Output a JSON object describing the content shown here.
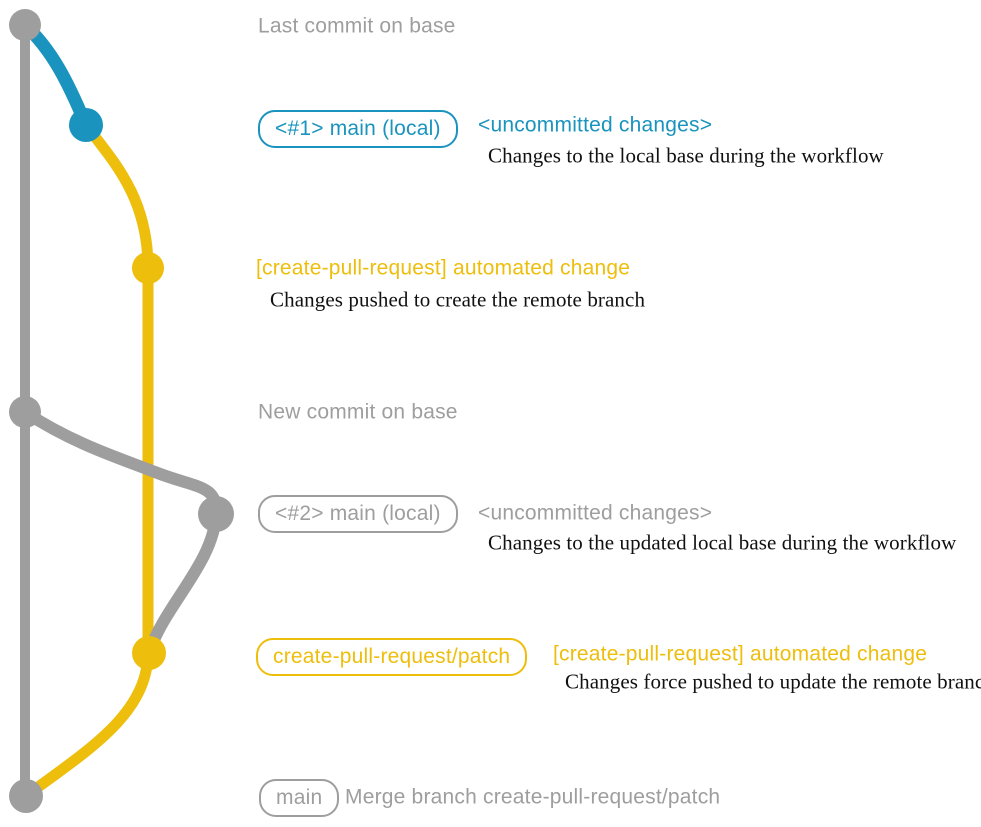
{
  "colors": {
    "gray": "#9e9e9e",
    "blue": "#1a94be",
    "yellow": "#eebe0d",
    "ink": "#111111",
    "background": "#ffffff"
  },
  "annotations": {
    "last_commit_on_base": "Last commit on base",
    "row_local_1": {
      "badge": "<#1> main (local)",
      "status": "<uncommitted changes>",
      "description": "Changes to the local base during the workflow"
    },
    "row_patch_1": {
      "message": "[create-pull-request] automated change",
      "description": "Changes pushed to create the remote branch"
    },
    "new_commit_on_base": "New commit on base",
    "row_local_2": {
      "badge": "<#2> main (local)",
      "status": "<uncommitted changes>",
      "description": "Changes to the updated local base during the workflow"
    },
    "row_patch_2": {
      "badge": "create-pull-request/patch",
      "message": "[create-pull-request] automated change",
      "description": "Changes force pushed to update the remote branch"
    },
    "row_merge": {
      "badge": "main",
      "message": "Merge branch create-pull-request/patch"
    }
  },
  "graph": {
    "branches": [
      {
        "name": "base",
        "color": "#9e9e9e"
      },
      {
        "name": "main (local)",
        "color": "#1a94be"
      },
      {
        "name": "create-pull-request/patch",
        "color": "#eebe0d"
      }
    ],
    "commit_count": 7
  }
}
